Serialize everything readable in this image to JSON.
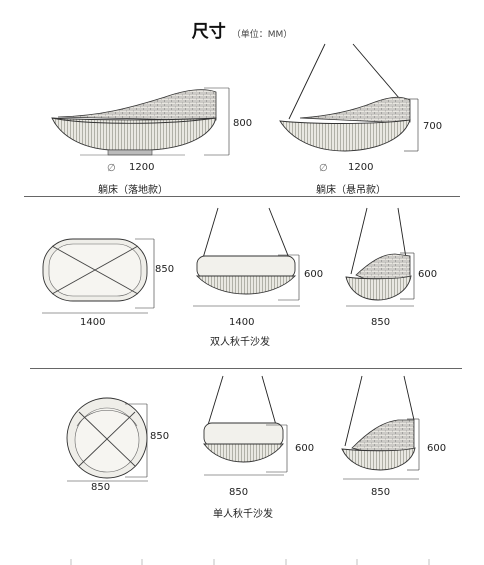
{
  "title": {
    "main": "尺寸",
    "unit": "（单位：MM）"
  },
  "section_1": {
    "floor_lounger": {
      "height": "800",
      "diameter_symbol": "∅",
      "diameter": "1200",
      "caption": "躺床（落地款）"
    },
    "hanging_lounger": {
      "height": "700",
      "diameter_symbol": "∅",
      "diameter": "1200",
      "caption": "躺床（悬吊款）"
    }
  },
  "section_2": {
    "top_width": "1400",
    "top_depth": "850",
    "front_width": "1400",
    "front_height": "600",
    "side_depth": "850",
    "side_height": "600",
    "caption": "双人秋千沙发"
  },
  "section_3": {
    "top_width": "850",
    "top_depth": "850",
    "front_width": "850",
    "front_height": "600",
    "side_depth": "850",
    "side_height": "600",
    "caption": "单人秋千沙发"
  }
}
